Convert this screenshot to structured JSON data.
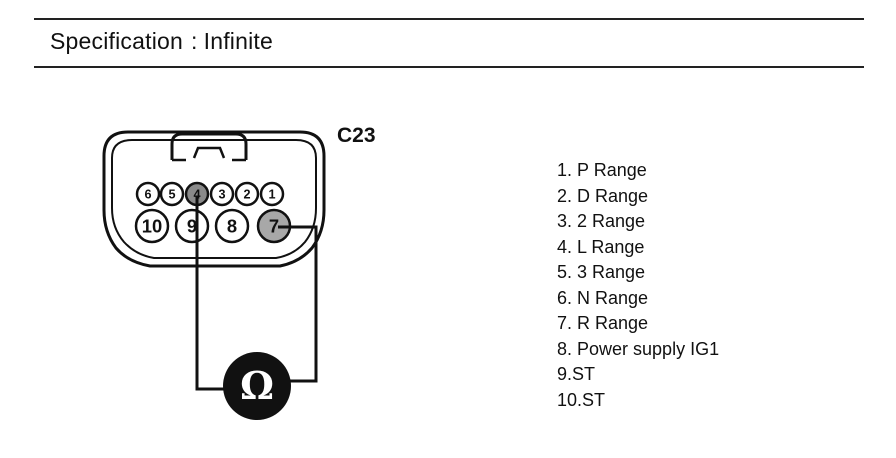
{
  "spec": {
    "label": "Specification",
    "separator": ":",
    "value": "Infinite"
  },
  "connector": {
    "id": "C23",
    "top_row_pins": [
      "6",
      "5",
      "4",
      "3",
      "2",
      "1"
    ],
    "bottom_row_pins": [
      "10",
      "9",
      "8",
      "7"
    ]
  },
  "meter": {
    "symbol": "Ω"
  },
  "pins": [
    "1. P Range",
    "2. D Range",
    "3. 2 Range",
    "4. L Range",
    "5. 3 Range",
    "6. N Range",
    "7. R Range",
    "8. Power supply IG1",
    "9.ST",
    "10.ST"
  ]
}
